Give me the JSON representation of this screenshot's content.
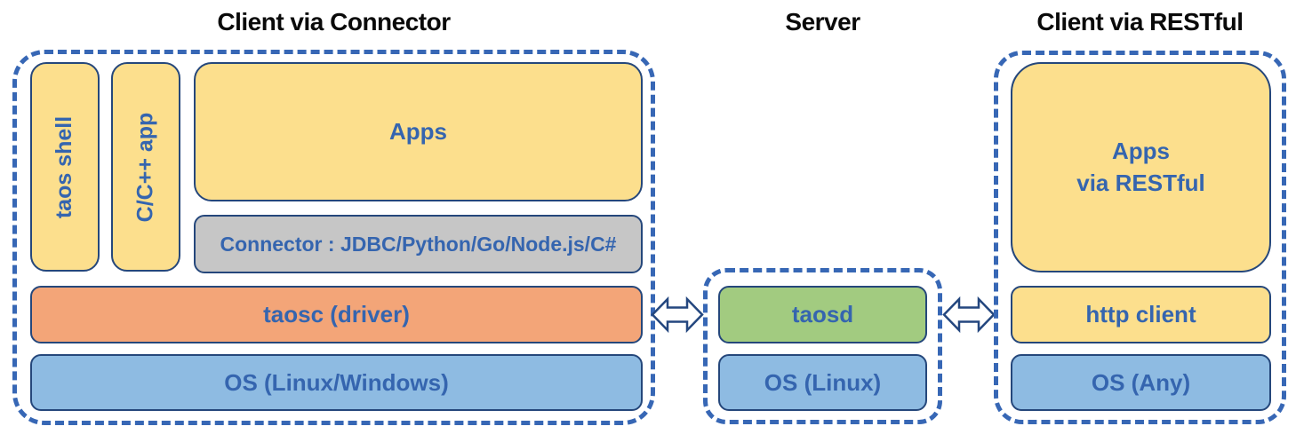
{
  "diagram": {
    "sections": {
      "client_connector": {
        "title": "Client via Connector",
        "taos_shell": "taos shell",
        "cpp_app": "C/C++ app",
        "apps": "Apps",
        "connector": "Connector : JDBC/Python/Go/Node.js/C#",
        "taosc": "taosc (driver)",
        "os": "OS (Linux/Windows)"
      },
      "server": {
        "title": "Server",
        "taosd": "taosd",
        "os": "OS (Linux)"
      },
      "client_restful": {
        "title": "Client via RESTful",
        "apps_line1": "Apps",
        "apps_line2": "via RESTful",
        "http_client": "http client",
        "os": "OS (Any)"
      }
    },
    "icons": {
      "left_arrow": "double-headed-arrow",
      "right_arrow": "double-headed-arrow"
    },
    "colors": {
      "yellow_fill": "#FCDF8D",
      "orange_fill": "#F3A578",
      "blue_fill": "#8EBBE2",
      "green_fill": "#A2CB80",
      "gray_fill": "#C6C6C6",
      "dashed_border": "#3767B5",
      "box_border": "#25477B",
      "label_text": "#3565AF",
      "heading_text": "#0a0a0a",
      "arrow_fill": "#FFFFFF",
      "arrow_border": "#24477F"
    }
  }
}
